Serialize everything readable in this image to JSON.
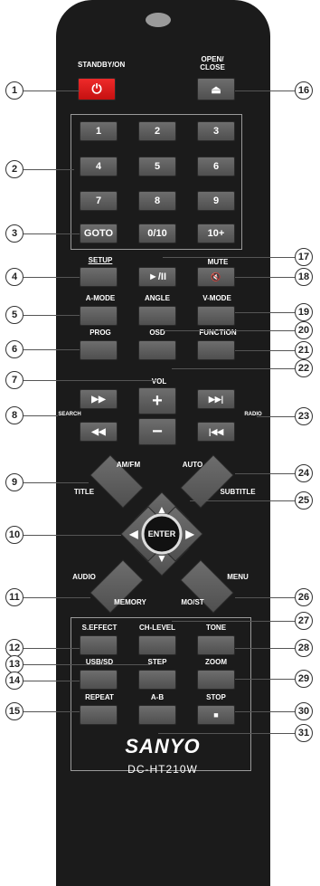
{
  "top": {
    "standby_label": "STANDBY/ON",
    "standby_icon": "⏻",
    "open_label_1": "OPEN/",
    "open_label_2": "CLOSE",
    "eject_icon": "⏏"
  },
  "numpad": [
    "1",
    "2",
    "3",
    "4",
    "5",
    "6",
    "7",
    "8",
    "9",
    "0/10",
    "10+"
  ],
  "goto": "GOTO",
  "row_setup": {
    "setup": "SETUP",
    "play": "►/II",
    "mute": "MUTE",
    "mute_icon": "🔇"
  },
  "row_mode": {
    "amode": "A-MODE",
    "angle": "ANGLE",
    "vmode": "V-MODE"
  },
  "row_prog": {
    "prog": "PROG",
    "osd": "OSD",
    "function": "FUNCTION"
  },
  "vol": {
    "label": "VOL",
    "plus": "+",
    "minus": "−"
  },
  "search": {
    "label": "SEARCH",
    "ff": "▶▶",
    "rew": "◀◀"
  },
  "radio": {
    "label": "RADIO",
    "next": "▶▶|",
    "prev": "|◀◀"
  },
  "nav": {
    "amfm": "AM/FM",
    "auto": "AUTO",
    "title": "TITLE",
    "subtitle": "SUBTITLE",
    "enter": "ENTER",
    "up": "▲",
    "down": "▼",
    "left": "◀",
    "right": "▶",
    "audio": "AUDIO",
    "menu": "MENU",
    "memory": "MEMORY",
    "most": "MO/ST"
  },
  "bottom": {
    "seffect": "S.EFFECT",
    "chlevel": "CH-LEVEL",
    "tone": "TONE",
    "usbsd": "USB/SD",
    "step": "STEP",
    "zoom": "ZOOM",
    "repeat": "REPEAT",
    "ab": "A-B",
    "stop": "STOP",
    "stop_icon": "■"
  },
  "brand": {
    "logo": "SANYO",
    "model": "DC-HT210W"
  },
  "callouts": [
    "1",
    "2",
    "3",
    "4",
    "5",
    "6",
    "7",
    "8",
    "9",
    "10",
    "11",
    "12",
    "13",
    "14",
    "15",
    "16",
    "17",
    "18",
    "19",
    "20",
    "21",
    "22",
    "23",
    "24",
    "25",
    "26",
    "27",
    "28",
    "29",
    "30",
    "31"
  ],
  "colors": {
    "body": "#1b1b1b",
    "button": "#5e5e5e",
    "power": "#e11a1a",
    "label": "#ffffff"
  }
}
